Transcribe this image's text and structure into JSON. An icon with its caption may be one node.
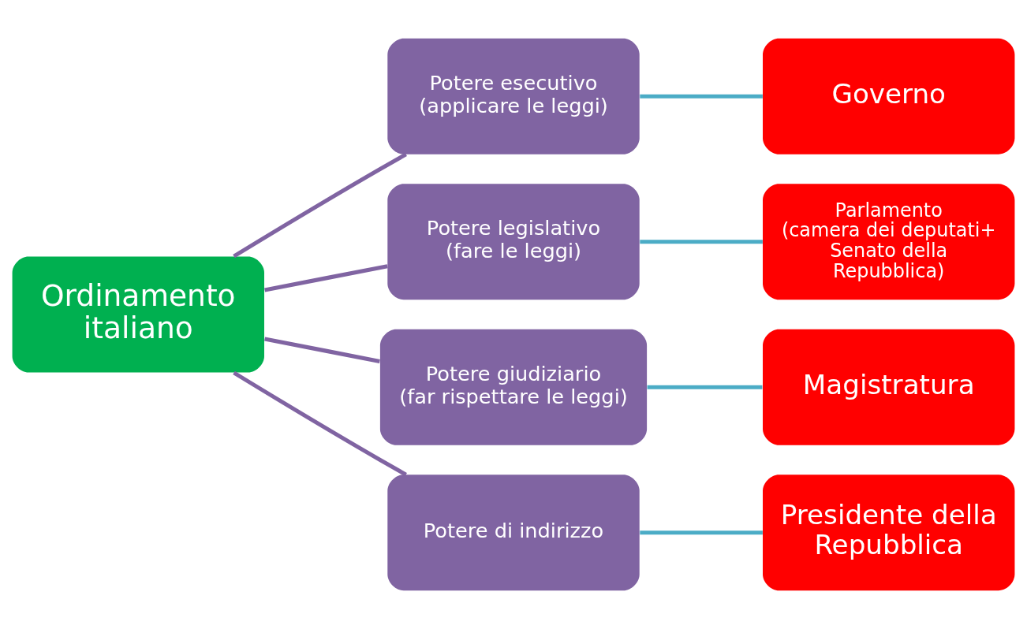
{
  "diagram": {
    "nodes": [
      {
        "text": [
          "Ordinamento italiano"
        ]
      },
      {
        "text": [
          "Potere esecutivo",
          "(applicare le leggi)"
        ]
      },
      {
        "text": [
          "Potere legislativo",
          "(fare le leggi)"
        ]
      },
      {
        "text": [
          "Potere giudiziario",
          "(far rispettare le leggi)"
        ]
      },
      {
        "text": [
          "Potere di indirizzo"
        ]
      },
      {
        "text": [
          "Governo"
        ]
      },
      {
        "text": [
          "Parlamento",
          "(camera dei deputati+ Senato della Repubblica)"
        ]
      },
      {
        "text": [
          "Magistratura"
        ]
      },
      {
        "text": [
          "Presidente della Repubblica"
        ]
      }
    ],
    "edges": [
      {
        "from": 0,
        "to": 1,
        "arrow": "none",
        "color": "#8064a2"
      },
      {
        "from": 0,
        "to": 2,
        "arrow": "none",
        "color": "#8064a2"
      },
      {
        "from": 0,
        "to": 3,
        "arrow": "none",
        "color": "#8064a2"
      },
      {
        "from": 0,
        "to": 4,
        "arrow": "none",
        "color": "#8064a2"
      },
      {
        "from": 1,
        "to": 5,
        "arrow": "none",
        "color": "#4bacc6"
      },
      {
        "from": 2,
        "to": 6,
        "arrow": "none",
        "color": "#4bacc6"
      },
      {
        "from": 3,
        "to": 7,
        "arrow": "none",
        "color": "#4bacc6"
      },
      {
        "from": 4,
        "to": 8,
        "arrow": "none",
        "color": "#4bacc6"
      }
    ]
  }
}
